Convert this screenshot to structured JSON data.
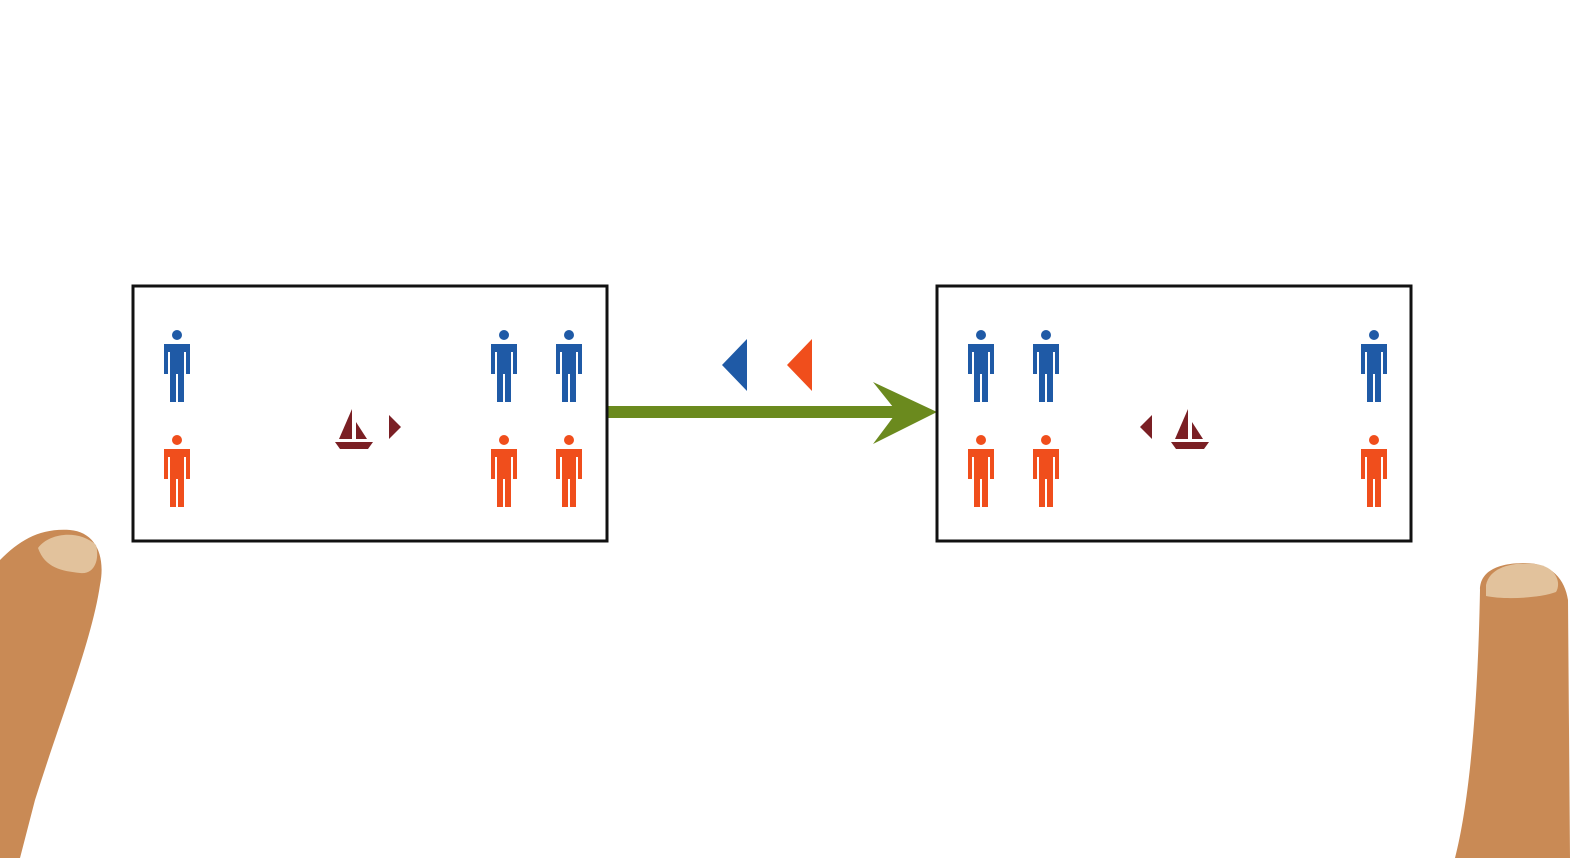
{
  "colors": {
    "background": "#ffffff",
    "box_border": "#111111",
    "missionary": "#1f5aa6",
    "cannibal": "#f04e1c",
    "boat": "#7a1f24",
    "transition_arrow": "#6b8a1e",
    "moved_missionary_marker": "#1f5aa6",
    "moved_cannibal_marker": "#f04e1c",
    "finger_skin": "#c98a55",
    "finger_nail": "#e2c29c"
  },
  "states": [
    {
      "name": "before",
      "boat_side": "left",
      "boat_direction": "right",
      "left_bank": {
        "missionaries": 1,
        "cannibals": 1
      },
      "right_bank": {
        "missionaries": 2,
        "cannibals": 2
      }
    },
    {
      "name": "after",
      "boat_side": "right",
      "boat_direction": "left",
      "left_bank": {
        "missionaries": 2,
        "cannibals": 2
      },
      "right_bank": {
        "missionaries": 1,
        "cannibals": 1
      }
    }
  ],
  "transition": {
    "direction": "left-to-right",
    "moved": [
      {
        "type": "missionary",
        "direction": "left"
      },
      {
        "type": "cannibal",
        "direction": "left"
      }
    ]
  },
  "icons": {
    "missionary": "person-icon",
    "cannibal": "person-icon",
    "boat": "sailboat-icon",
    "direction": "triangle-arrow-icon",
    "finger": "finger-icon"
  }
}
